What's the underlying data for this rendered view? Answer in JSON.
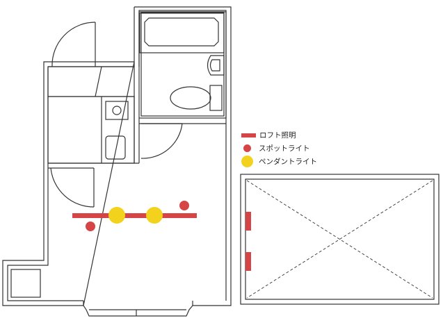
{
  "legend": {
    "items": [
      {
        "label": "ロフト照明",
        "marker": "bar"
      },
      {
        "label": "スポットライト",
        "marker": "dot"
      },
      {
        "label": "ペンダントライト",
        "marker": "large-dot"
      }
    ]
  },
  "colors": {
    "loft_light": "#d64545",
    "spot_light": "#d64545",
    "pendant_light": "#f2d21d",
    "wall": "#333333",
    "background": "#ffffff"
  },
  "icons": {
    "door": "door-swing-icon",
    "bathtub": "bathtub-icon",
    "toilet": "toilet-icon",
    "sink": "sink-icon",
    "stove": "stove-icon",
    "refrigerator": "refrigerator-icon",
    "loft": "loft-void-icon"
  }
}
